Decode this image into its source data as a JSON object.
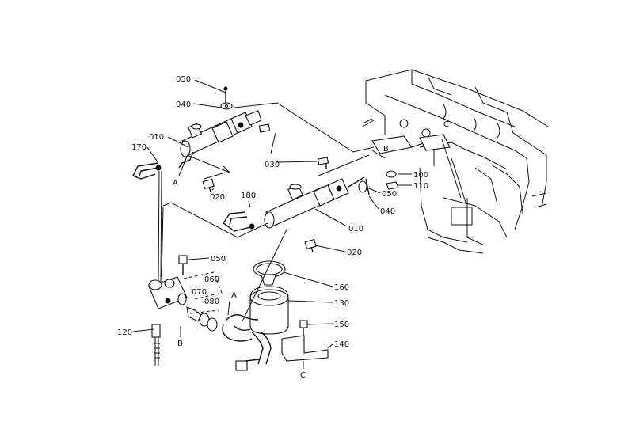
{
  "diagram": {
    "part_labels": {
      "p050_top": "050",
      "p040_top": "040",
      "p010_top": "010",
      "p170": "170",
      "p030": "030",
      "p020_top": "020",
      "p100": "100",
      "p110": "110",
      "p050_mid": "050",
      "p040_mid": "040",
      "p180": "180",
      "p010_mid": "010",
      "p020_mid": "020",
      "p050_low": "050",
      "p060_a": "060",
      "p070": "070",
      "p080": "080",
      "p160": "160",
      "p130": "130",
      "p150": "150",
      "p140": "140",
      "p120": "120"
    },
    "letter_labels": {
      "a_top": "A",
      "a_low": "A",
      "b_low": "B",
      "b_frame": "B",
      "c_frame": "C",
      "c_low": "C"
    }
  }
}
